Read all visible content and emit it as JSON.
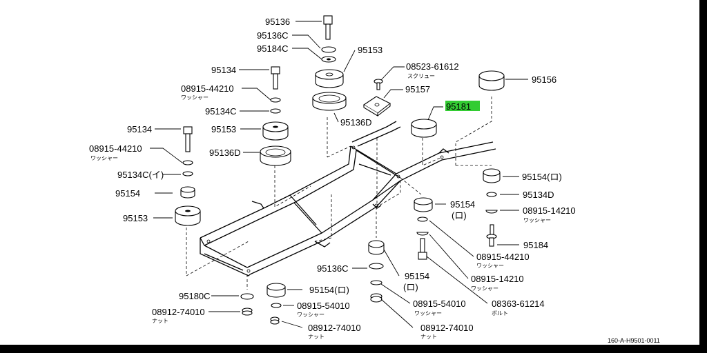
{
  "highlight_color": "#33cc33",
  "labels": {
    "p95136_top": "95136",
    "p95136c_top": "95136C",
    "p95184c": "95184C",
    "p95153_top": "95153",
    "p08523": "08523-61612",
    "p08523_sub": "スクリュー",
    "p95134_top": "95134",
    "p95157": "95157",
    "p95156": "95156",
    "p08915_44210_a": "08915-44210",
    "p08915_44210_a_sub": "ワッシャー",
    "p95134c_a": "95134C",
    "p95181": "95181",
    "p95136d_top": "95136D",
    "p95134_mid": "95134",
    "p95153_mid": "95153",
    "p08915_44210_b": "08915-44210",
    "p08915_44210_b_sub": "ワッシャー",
    "p95136d_mid": "95136D",
    "p95134c_i": "95134C(イ)",
    "p95154_ro_right": "95154(ロ)",
    "p95154_left": "95154",
    "p95134d": "95134D",
    "p95154_mid_a": "95154",
    "p95154_mid_a_sub": "(ロ)",
    "p08915_14210_a": "08915-14210",
    "p08915_14210_a_sub": "ワッシャー",
    "p95153_left": "95153",
    "p95184": "95184",
    "p08915_44210_c": "08915-44210",
    "p08915_44210_c_sub": "ワッシャー",
    "p95136c_low": "95136C",
    "p95154_low": "95154",
    "p95154_low_sub": "(ロ)",
    "p08915_14210_b": "08915-14210",
    "p08915_14210_b_sub": "ワッシャー",
    "p95180c": "95180C",
    "p95154_ro_bottom": "95154(ロ)",
    "p08363": "08363-61214",
    "p08363_sub": "ボルト",
    "p08912_74010_a": "08912-74010",
    "p08912_74010_a_sub": "ナット",
    "p08915_54010_a": "08915-54010",
    "p08915_54010_a_sub": "ワッシャー",
    "p08915_54010_b": "08915-54010",
    "p08915_54010_b_sub": "ワッシャー",
    "p08912_74010_b": "08912-74010",
    "p08912_74010_b_sub": "ナット",
    "p08912_74010_c": "08912-74010",
    "p08912_74010_c_sub": "ナット",
    "ref_code": "160-A-H9501-0011"
  }
}
